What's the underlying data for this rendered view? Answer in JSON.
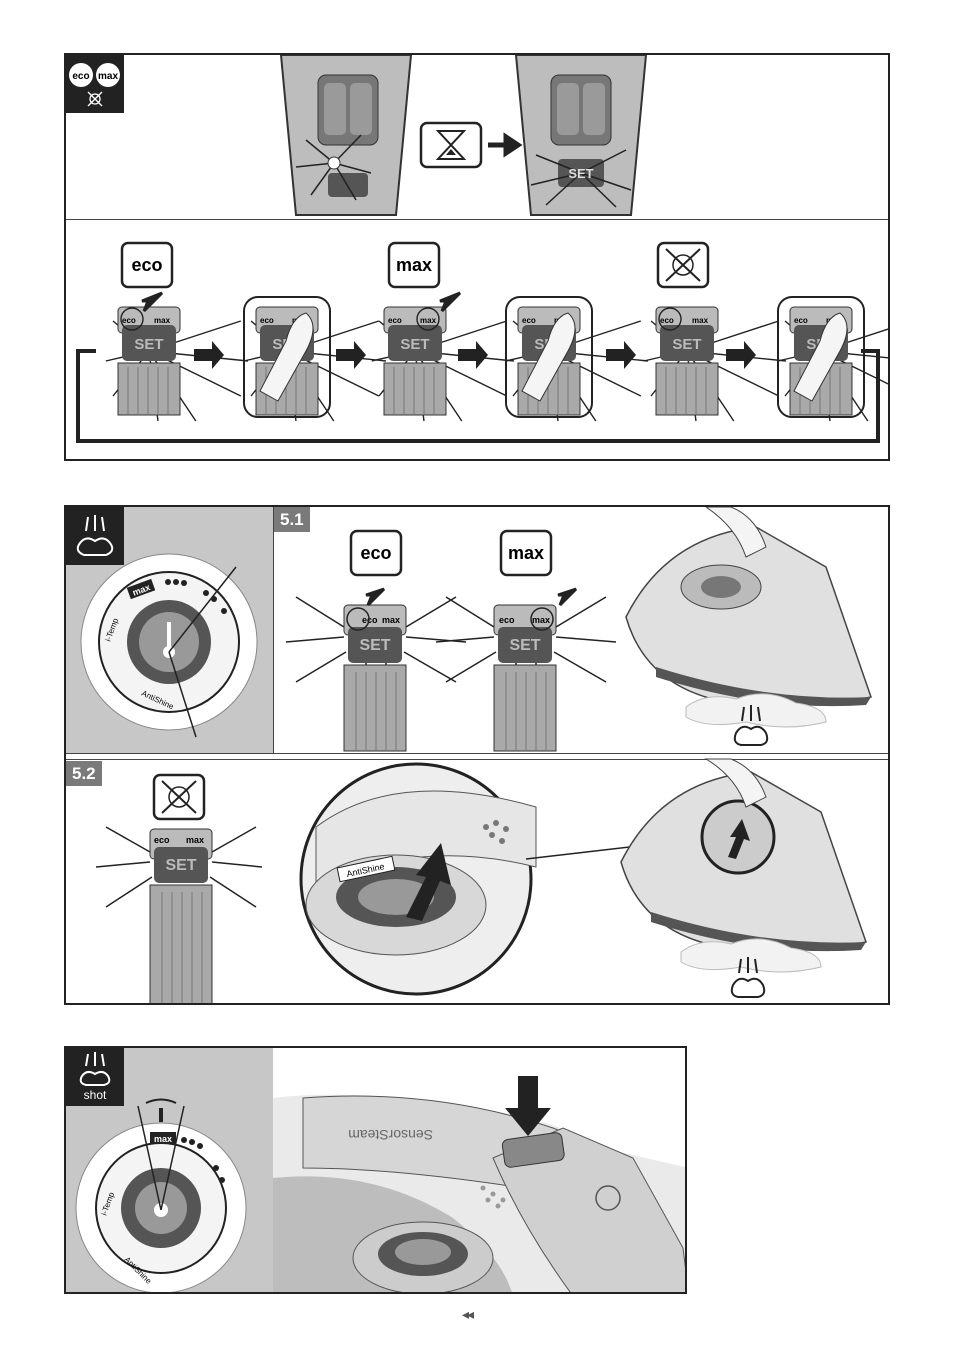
{
  "panel1": {
    "badge_left": "eco",
    "badge_right": "max",
    "set_label": "SET",
    "eco_label": "eco",
    "max_label": "max",
    "display_eco": "eco",
    "display_max": "max"
  },
  "panel2": {
    "step_51": "5.1",
    "step_52": "5.2",
    "eco_label": "eco",
    "max_label": "max",
    "set_label": "SET",
    "display_eco": "eco",
    "display_max": "max",
    "dial_max": "max",
    "dial_itemp": "i-Temp",
    "dial_antishine": "AntiShine",
    "zoom_antishine": "AntiShine"
  },
  "panel3": {
    "shot_label": "shot",
    "dial_max": "max",
    "dial_itemp": "i-Temp",
    "dial_antishine": "AntiShine",
    "brand_text": "SensorSteam"
  },
  "footer": {
    "pager": "◂◂"
  }
}
